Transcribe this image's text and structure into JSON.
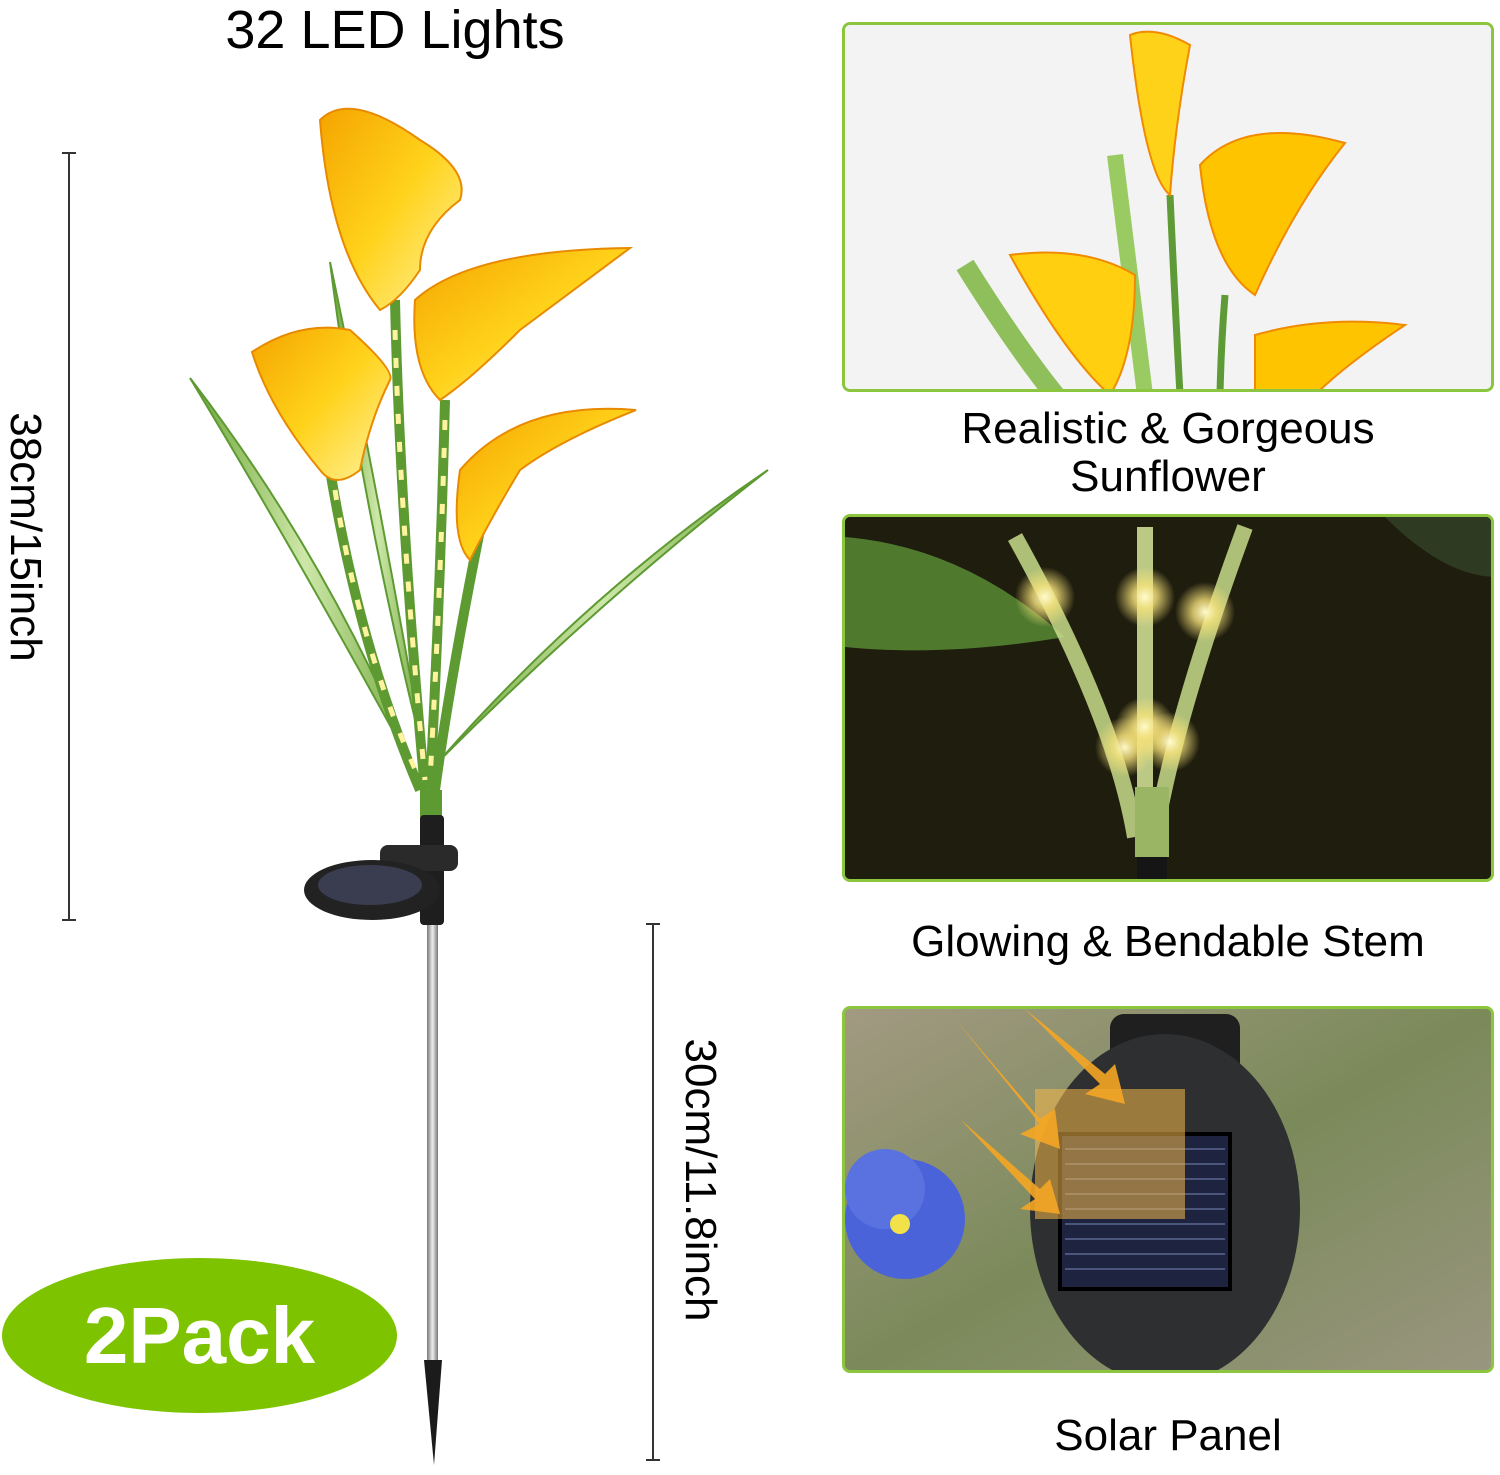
{
  "headline": "32 LED Lights",
  "dimensions": {
    "flower_height": "38cm/15inch",
    "stake_height": "30cm/11.8inch"
  },
  "badge": "2Pack",
  "feature_panels": [
    {
      "caption_line1": "Realistic & Gorgeous",
      "caption_line2": "Sunflower",
      "image": "yellow-calla-lily-flowers"
    },
    {
      "caption_line1": "Glowing & Bendable Stem",
      "caption_line2": "",
      "image": "glowing-led-stems-at-night"
    },
    {
      "caption_line1": "Solar Panel",
      "caption_line2": "",
      "image": "solar-panel-closeup"
    }
  ],
  "colors": {
    "accent_green": "#7dc300",
    "panel_border": "#8cc63f",
    "petal_yellow": "#f7c600",
    "petal_orange": "#f08a00",
    "stem_green": "#5d9a32"
  }
}
